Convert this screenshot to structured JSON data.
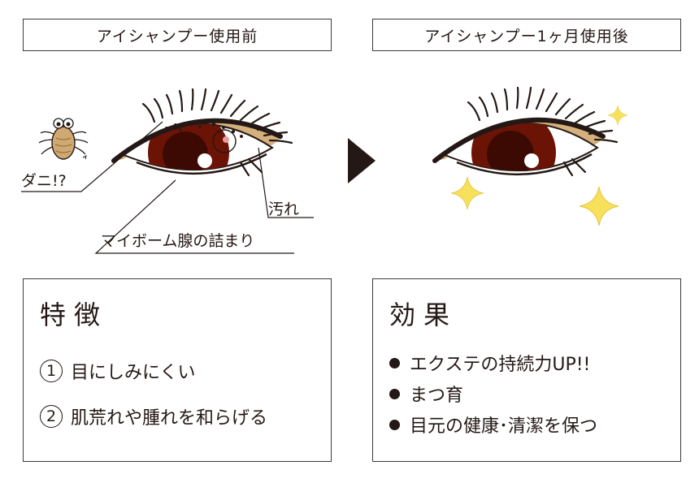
{
  "before": {
    "title": "アイシャンプー使用前",
    "labels": {
      "tick": "ダニ!?",
      "dirt": "汚れ",
      "meibomian": "マイボーム腺の詰まり"
    }
  },
  "after": {
    "title": "アイシャンプー1ヶ月使用後"
  },
  "features": {
    "heading": "特徴",
    "items": [
      {
        "num": "1",
        "text": "目にしみにくい"
      },
      {
        "num": "2",
        "text": "肌荒れや腫れを和らげる"
      }
    ]
  },
  "effects": {
    "heading": "効果",
    "items": [
      "エクステの持続力UP!!",
      "まつ育",
      "目元の健康･清潔を保つ"
    ]
  },
  "colors": {
    "iris": "#6b1406",
    "pupil": "#3c0a02",
    "skin": "#d6b07c",
    "lash": "#231815",
    "sparkle": "#f6e05c",
    "tick": "#cfa872"
  },
  "icons": [
    "tick-icon",
    "right-arrow-icon",
    "sparkle-icon"
  ]
}
